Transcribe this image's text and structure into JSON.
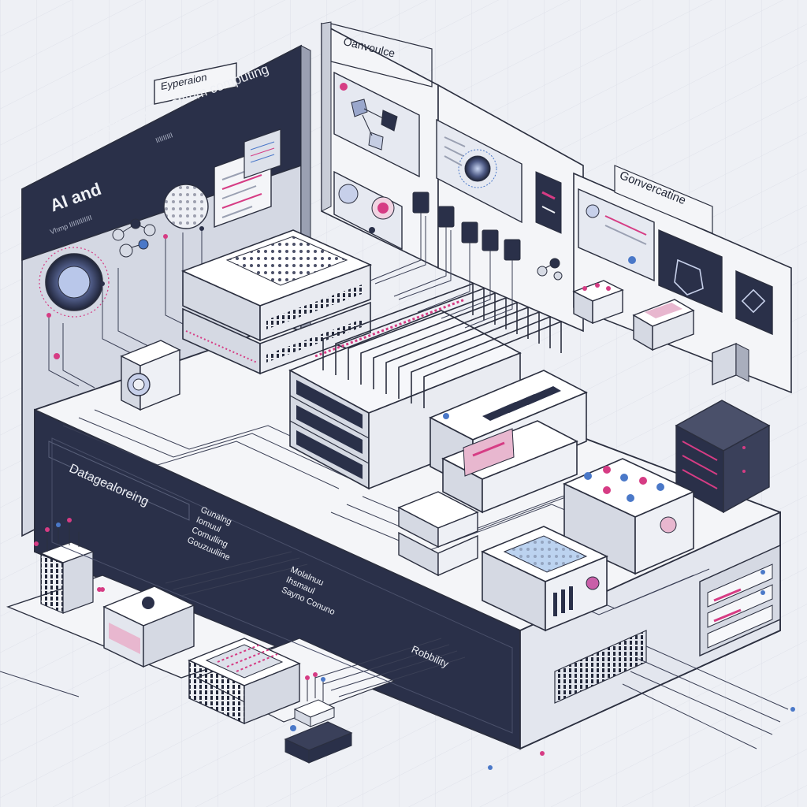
{
  "panels": {
    "left_tab": "Eyperaion",
    "left_title": "AI and quan quantum computing",
    "left_subtitle": "IIIIIIIII",
    "left_heading": "AI and",
    "left_caption": "Vhmp IIIIIIIIIIII",
    "center_tab": "Oanvoulce",
    "right_tab": "Gonvercatine"
  },
  "platform": {
    "front_main": "Datagealoreing",
    "front_items": [
      "Gunalng",
      "Iomuul",
      "Comulling",
      "Gouzuuliine"
    ],
    "front_mid_items": [
      "Molalnuu",
      "Ihsmaul",
      "Sayno Conuno"
    ],
    "front_right": "Robbility"
  },
  "colors": {
    "navy": "#2a3049",
    "magenta": "#d63c84",
    "blue": "#4a78c8",
    "paper": "#f4f5f8",
    "grid": "#dadde6"
  },
  "icons": [
    "server-rack-icon",
    "chip-icon",
    "molecule-icon",
    "quantum-orb-icon",
    "shield-icon",
    "cable-icon"
  ]
}
